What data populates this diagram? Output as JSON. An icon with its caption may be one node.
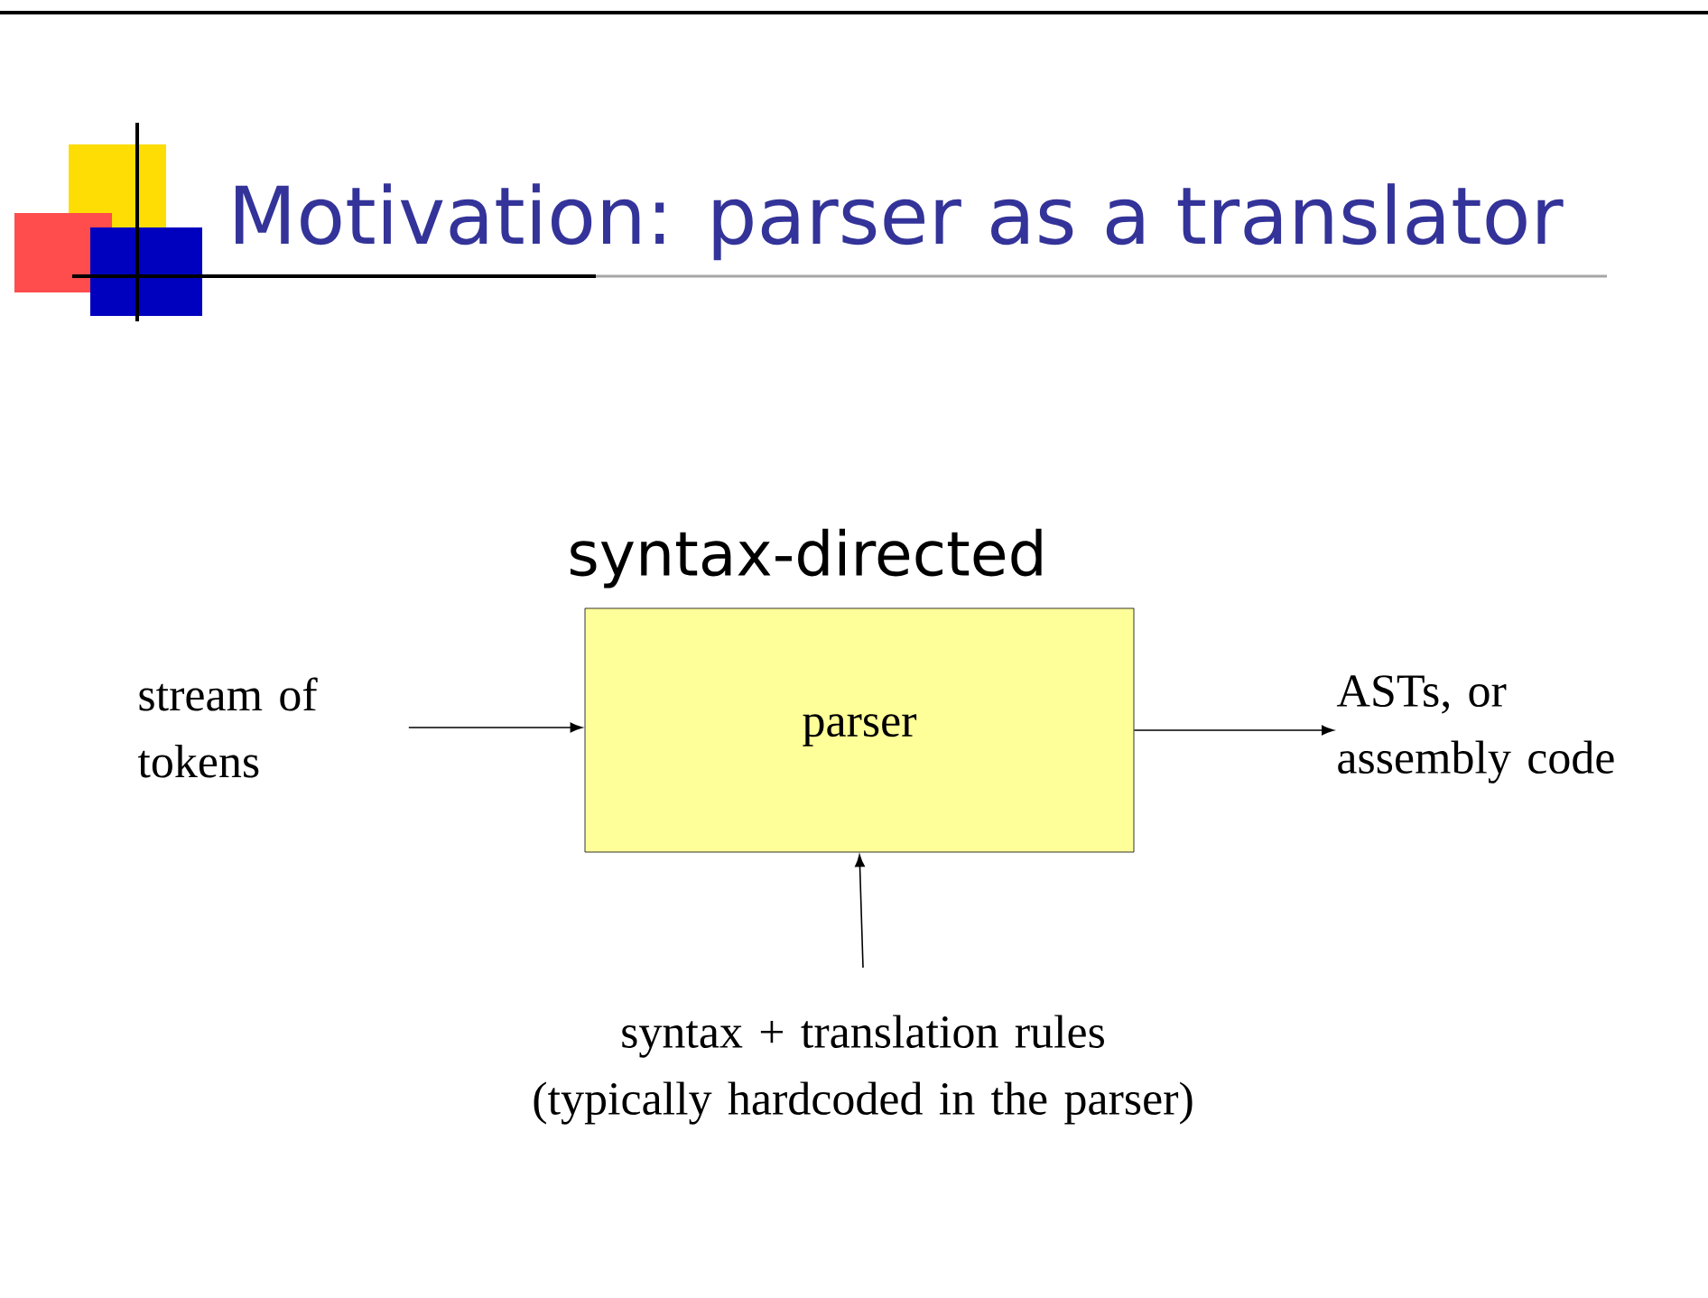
{
  "diagram": {
    "title": "Motivation: parser as a translator",
    "nodes": [
      {
        "text": [
          "syntax-directed",
          "parser"
        ]
      },
      {
        "text": [
          "stream of tokens"
        ]
      },
      {
        "text": [
          "ASTs, or assembly code"
        ]
      },
      {
        "text": [
          "syntax + translation rules (typically hardcoded in the parser)"
        ]
      }
    ],
    "edges": [
      {
        "from": 1,
        "to": 0,
        "arrow": "to"
      },
      {
        "from": 0,
        "to": 2,
        "arrow": "to"
      },
      {
        "from": 3,
        "to": 0,
        "arrow": "to"
      }
    ]
  }
}
